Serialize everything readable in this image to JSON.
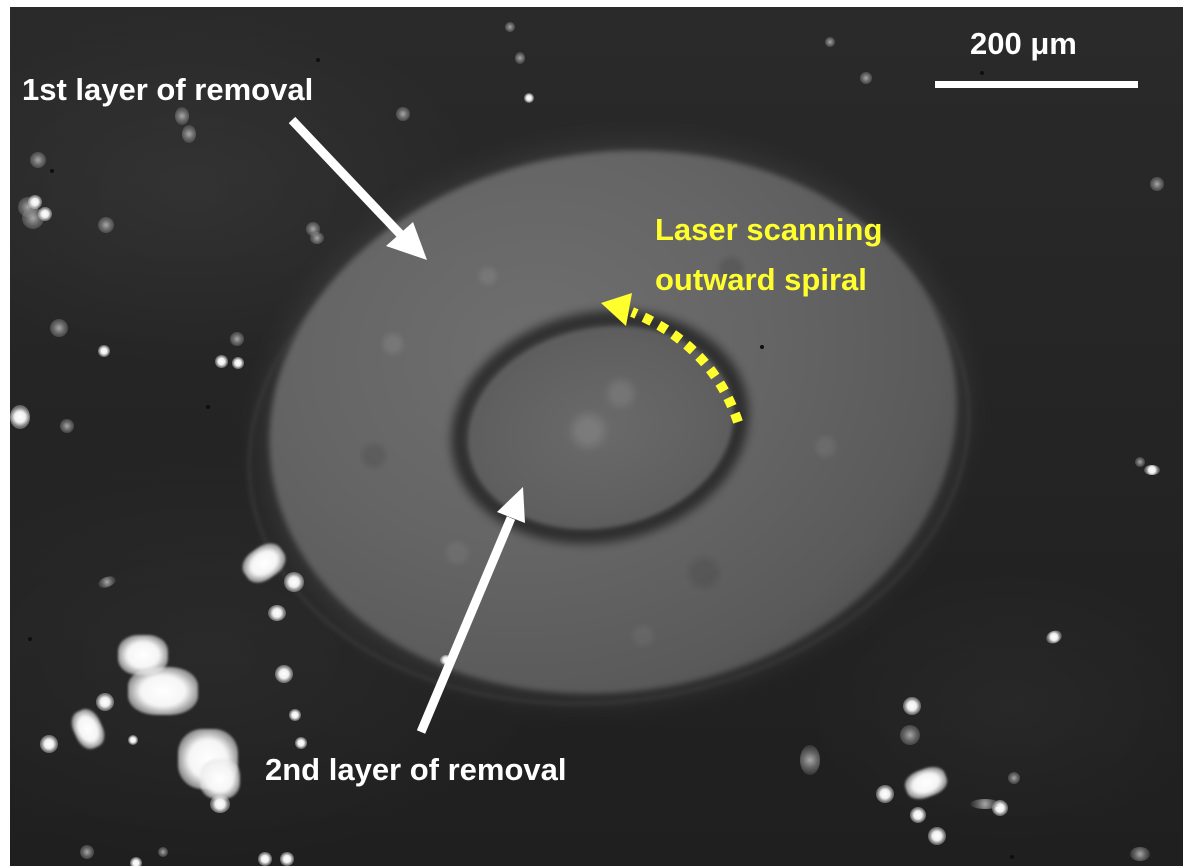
{
  "figure": {
    "type": "fluorescence micrograph with annotations",
    "background_color": "#262626",
    "margin_color": "#ffffff"
  },
  "scale_bar": {
    "label": "200 μm",
    "color": "#ffffff"
  },
  "annotations": {
    "first_layer": {
      "label": "1st layer of removal",
      "color": "#ffffff",
      "arrow": "white-arrow"
    },
    "second_layer": {
      "label": "2nd layer of removal",
      "color": "#ffffff",
      "arrow": "white-arrow"
    },
    "laser_scan": {
      "line1": "Laser scanning",
      "line2": "outward spiral",
      "color": "#ffff2e",
      "arrow": "yellow-dotted-curved-arrow"
    }
  },
  "regions": {
    "outer_ablation": "1st layer of removal (elliptical ring, light gray)",
    "inner_ablation": "2nd layer of removal (inner ellipse)",
    "particles": "bright fluorescent particle clusters at lower-left and lower-right"
  }
}
